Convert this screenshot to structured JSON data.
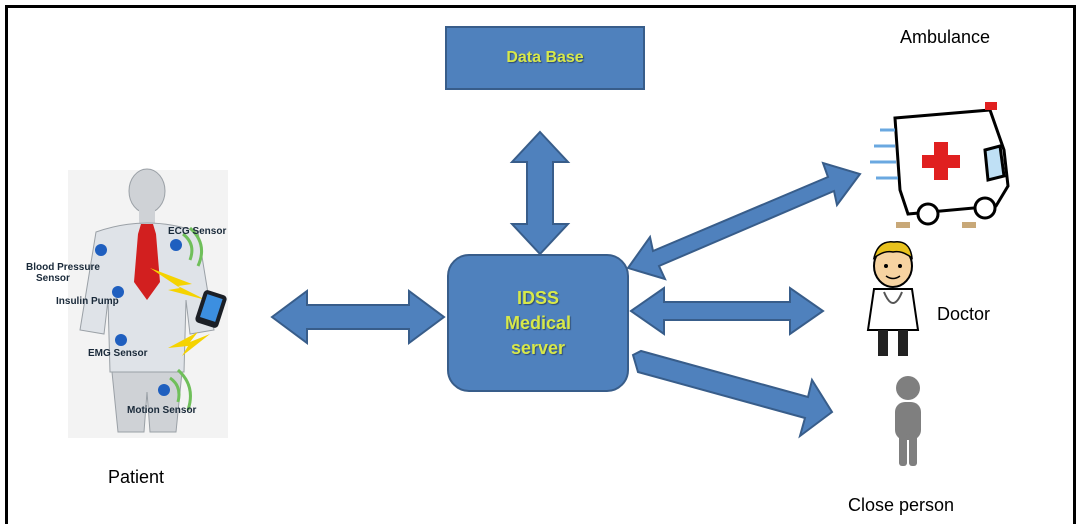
{
  "labels": {
    "database": "Data Base",
    "server_line1": "IDSS",
    "server_line2": "Medical",
    "server_line3": "server",
    "patient": "Patient",
    "ambulance": "Ambulance",
    "doctor": "Doctor",
    "close_person": "Close person"
  },
  "sensors": {
    "ecg": "ECG Sensor",
    "bp_line1": "Blood Pressure",
    "bp_line2": "Sensor",
    "insulin": "Insulin Pump",
    "emg": "EMG Sensor",
    "motion": "Motion Sensor"
  },
  "colors": {
    "box_fill": "#4f81bd",
    "box_border": "#385d8a",
    "box_text": "#d7e84a",
    "arrow_fill": "#4f81bd"
  }
}
